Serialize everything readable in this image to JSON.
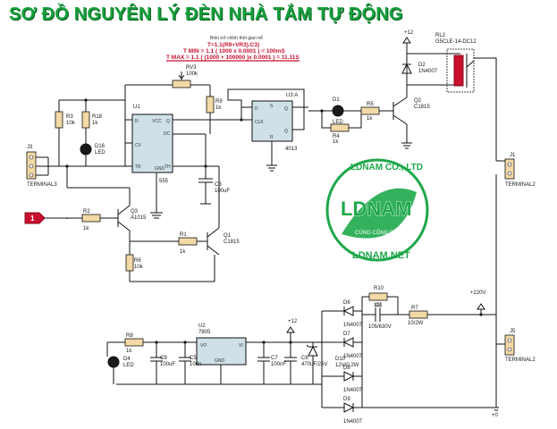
{
  "title": "SƠ ĐỒ NGUYÊN LÝ ĐÈN NHÀ TẮM TỰ ĐỘNG",
  "timer": {
    "note": "Biến trở chỉnh thời gian trễ",
    "formula": "T=1.1(R9+VR3).C3)",
    "tmin": "T MIN = 1.1 ( 1000 x 0.0001 ) = 100mS",
    "tmax": "T MAX = 1.1 ( (1000 + 100000 )x 0.0001 ) = 11.11S"
  },
  "components": {
    "rv3": {
      "ref": "RV3",
      "val": "100k"
    },
    "u1": {
      "ref": "U1",
      "val": "555",
      "pins": {
        "r": "R",
        "vcc": "VCC",
        "dc": "DC",
        "cv": "CV",
        "q": "Q",
        "tr": "TR",
        "gnd": "GND",
        "th": "TH"
      }
    },
    "r9": {
      "ref": "R9",
      "val": "1k"
    },
    "c3": {
      "ref": "C3",
      "val": "100uF"
    },
    "r3": {
      "ref": "R3",
      "val": "10k"
    },
    "r18": {
      "ref": "R18",
      "val": "1k"
    },
    "d16": {
      "ref": "D16",
      "val": "LED"
    },
    "j3": {
      "ref": "J3",
      "val": "TERMINAL3"
    },
    "q3": {
      "ref": "Q3",
      "val": "A1015"
    },
    "r2": {
      "ref": "R2",
      "val": "1k"
    },
    "r6": {
      "ref": "R6",
      "val": "10k"
    },
    "r1": {
      "ref": "R1",
      "val": "1k"
    },
    "q1": {
      "ref": "Q1",
      "val": "C1815"
    },
    "u3a": {
      "ref": "U3:A",
      "val": "4013",
      "pins": {
        "d": "D",
        "clk": "CLK",
        "s": "S",
        "r": "R",
        "q": "Q",
        "qn": "Q"
      }
    },
    "d1": {
      "ref": "D1",
      "val": "LED"
    },
    "r5": {
      "ref": "R5",
      "val": "1k"
    },
    "r4": {
      "ref": "R4",
      "val": "1k"
    },
    "q2": {
      "ref": "Q2",
      "val": "C1815"
    },
    "d2": {
      "ref": "D2",
      "val": "1N4007"
    },
    "rl2": {
      "ref": "RL2",
      "val": "G5CLE-14-DC12"
    },
    "j1": {
      "ref": "J1",
      "val": "TERMINAL2"
    },
    "j5": {
      "ref": "J5",
      "val": "TERMINAL2"
    },
    "r10": {
      "ref": "R10",
      "val": "1M"
    },
    "c1": {
      "ref": "C1",
      "val": "105/630V"
    },
    "r7": {
      "ref": "R7",
      "val": "10/2W"
    },
    "d6": {
      "ref": "D6",
      "val": "1N4007"
    },
    "d7": {
      "ref": "D7",
      "val": "1N4007"
    },
    "d8": {
      "ref": "D8",
      "val": "1N4007"
    },
    "d9": {
      "ref": "D9",
      "val": "1N4007"
    },
    "d10": {
      "ref": "D10",
      "val": "12V/0.2W"
    },
    "c6": {
      "ref": "C6",
      "val": "470uF/25V"
    },
    "c7": {
      "ref": "C7",
      "val": "100nF"
    },
    "u2": {
      "ref": "U2",
      "val": "7805",
      "pins": {
        "vo": "VO",
        "vi": "VI",
        "gnd": "GND"
      }
    },
    "c5": {
      "ref": "C5",
      "val": "100n"
    },
    "c9": {
      "ref": "C9",
      "val": "100uF"
    },
    "r8": {
      "ref": "R8",
      "val": "1k"
    },
    "d4": {
      "ref": "D4",
      "val": "LED"
    }
  },
  "rails": {
    "v12": "+12",
    "v12b": "+12",
    "ac220": "+220V",
    "zero": "+0"
  },
  "input_port": "1",
  "logo": {
    "company": "LDNAM CO., LTD",
    "brand": "LDNAM",
    "slogan": "CÙNG CỘNG ĐỒNG",
    "site": "LDNAM.NET"
  },
  "colors": {
    "title": "#16a03c",
    "accent": "#c8102e",
    "ic": "#cfe0e8",
    "logo": "#1ea84a"
  }
}
